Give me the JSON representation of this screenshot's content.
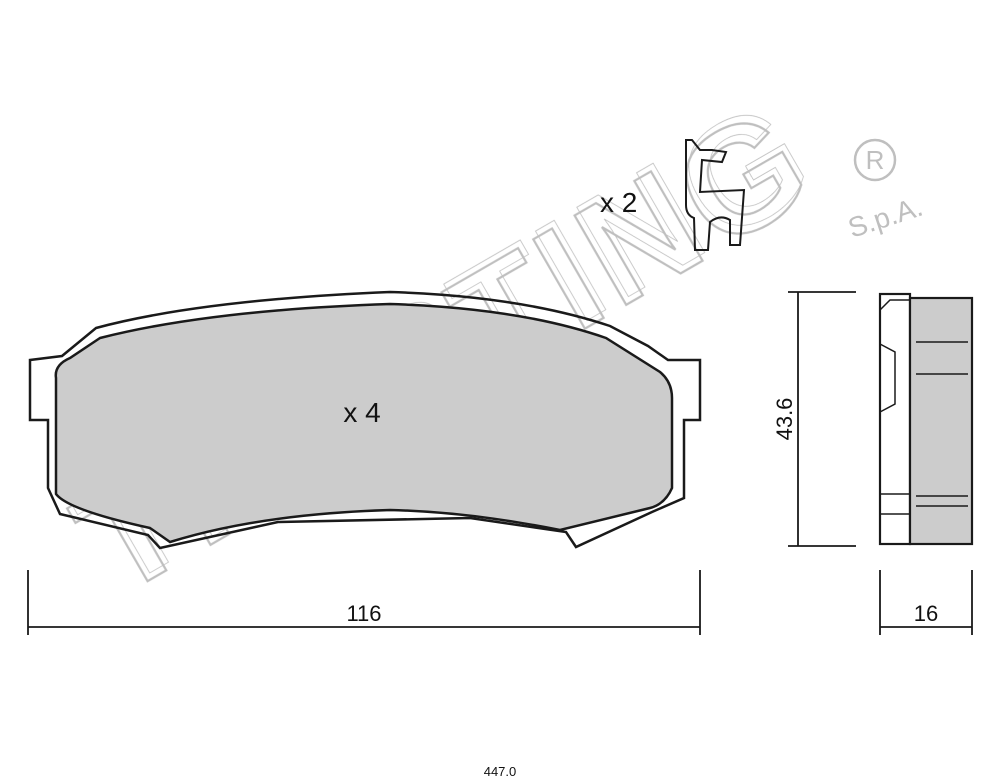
{
  "pad": {
    "quantity_label": "x 4",
    "fill_color": "#cccccc",
    "outline_color": "#1a1a1a"
  },
  "clip": {
    "quantity_label": "x 2"
  },
  "dimensions": {
    "width": "116",
    "height": "43.6",
    "thickness": "16"
  },
  "watermark": {
    "brand": "TRUSTING",
    "suffix": "S.p.A.",
    "registered_mark": "R"
  },
  "part_code": "447.0"
}
